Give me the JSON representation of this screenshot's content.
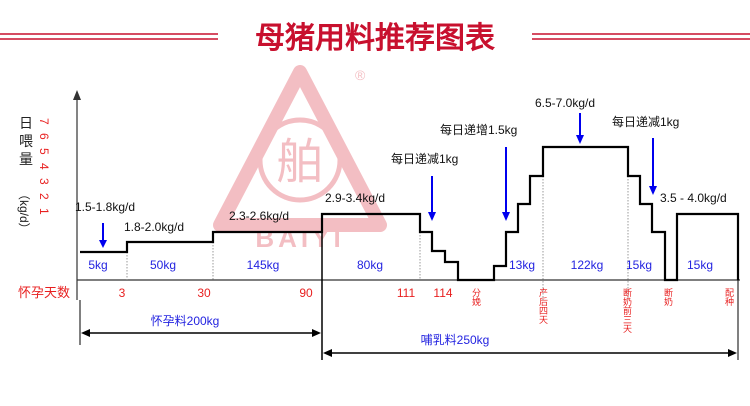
{
  "title": "母猪用料推荐图表",
  "colors": {
    "title": "#c8102e",
    "step_line": "#000000",
    "arrow": "#0000ee",
    "amount": "#2323e0",
    "days": "#e82020",
    "watermark": "#f2b8bd"
  },
  "watermark": {
    "brand": "BAIYI",
    "glyph": "舶",
    "registered": "®"
  },
  "y_axis": {
    "label_chars": [
      "日",
      "喂",
      "量"
    ],
    "unit": "（kg/d）",
    "ticks": [
      "7",
      "6",
      "5",
      "4",
      "3",
      "2",
      "1"
    ]
  },
  "x_axis": {
    "label": "怀孕天数",
    "ticks": [
      "3",
      "30",
      "90",
      "111",
      "114"
    ],
    "vertical_ticks": [
      "分娩",
      "产后四天",
      "断奶前三天",
      "断奶",
      "配种"
    ]
  },
  "rates": [
    "1.5-1.8kg/d",
    "1.8-2.0kg/d",
    "2.3-2.6kg/d",
    "2.9-3.4kg/d",
    "6.5-7.0kg/d",
    "3.5 - 4.0kg/d"
  ],
  "notes": [
    "每日递减1kg",
    "每日递增1.5kg",
    "每日递减1kg"
  ],
  "amounts": [
    "5kg",
    "50kg",
    "145kg",
    "80kg",
    "13kg",
    "122kg",
    "15kg",
    "15kg"
  ],
  "periods": [
    "怀孕料200kg",
    "哺乳料250kg"
  ]
}
